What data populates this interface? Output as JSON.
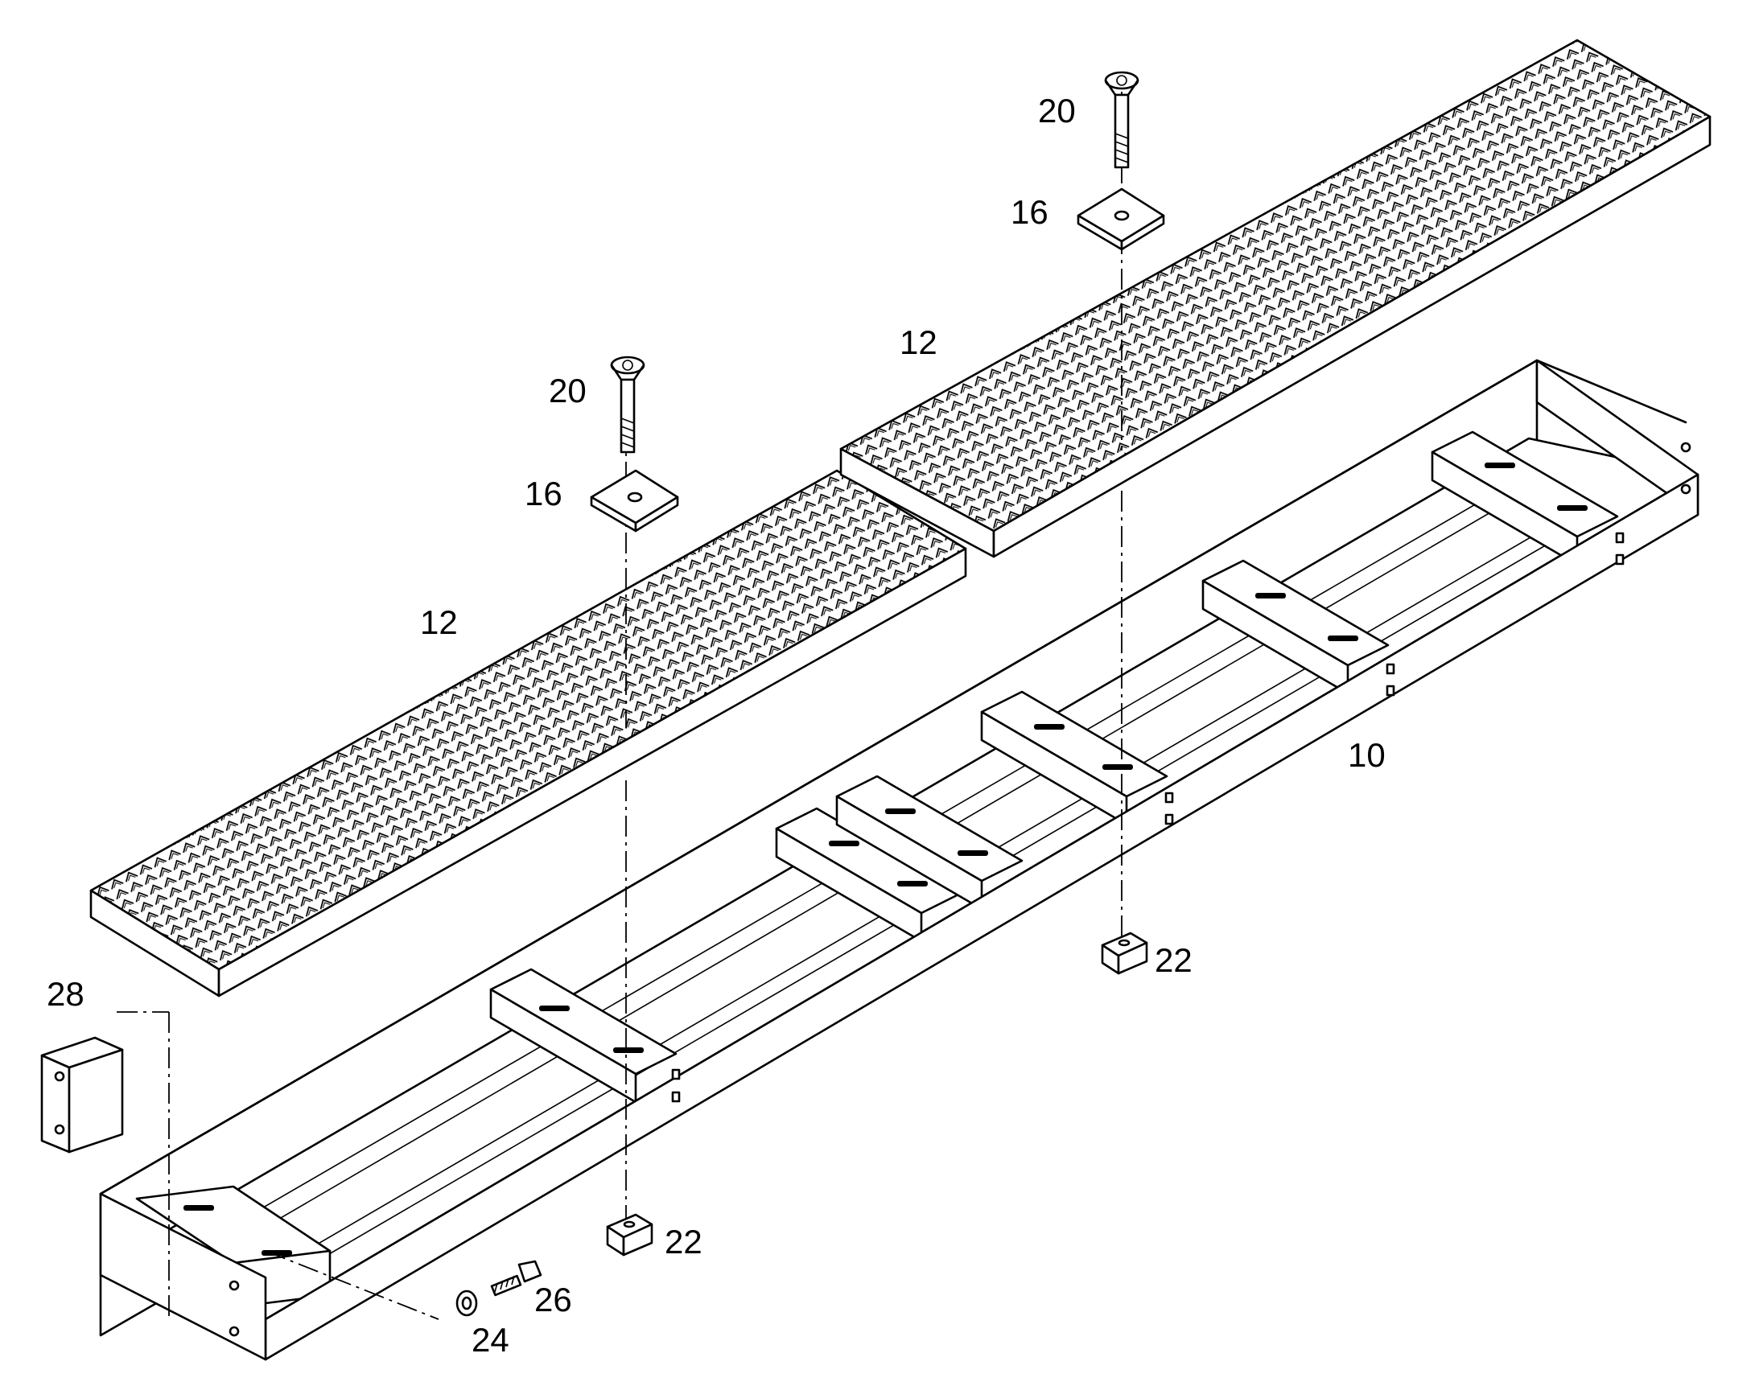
{
  "callouts": {
    "frame": "10",
    "grate_left": "12",
    "grate_right": "12",
    "plate_left": "16",
    "plate_right": "16",
    "screw_left": "20",
    "screw_right": "20",
    "nut_left": "22",
    "nut_right": "22",
    "washer": "24",
    "bolt": "26",
    "end_cap": "28"
  },
  "colors": {
    "line": "#000000",
    "background": "#ffffff"
  }
}
